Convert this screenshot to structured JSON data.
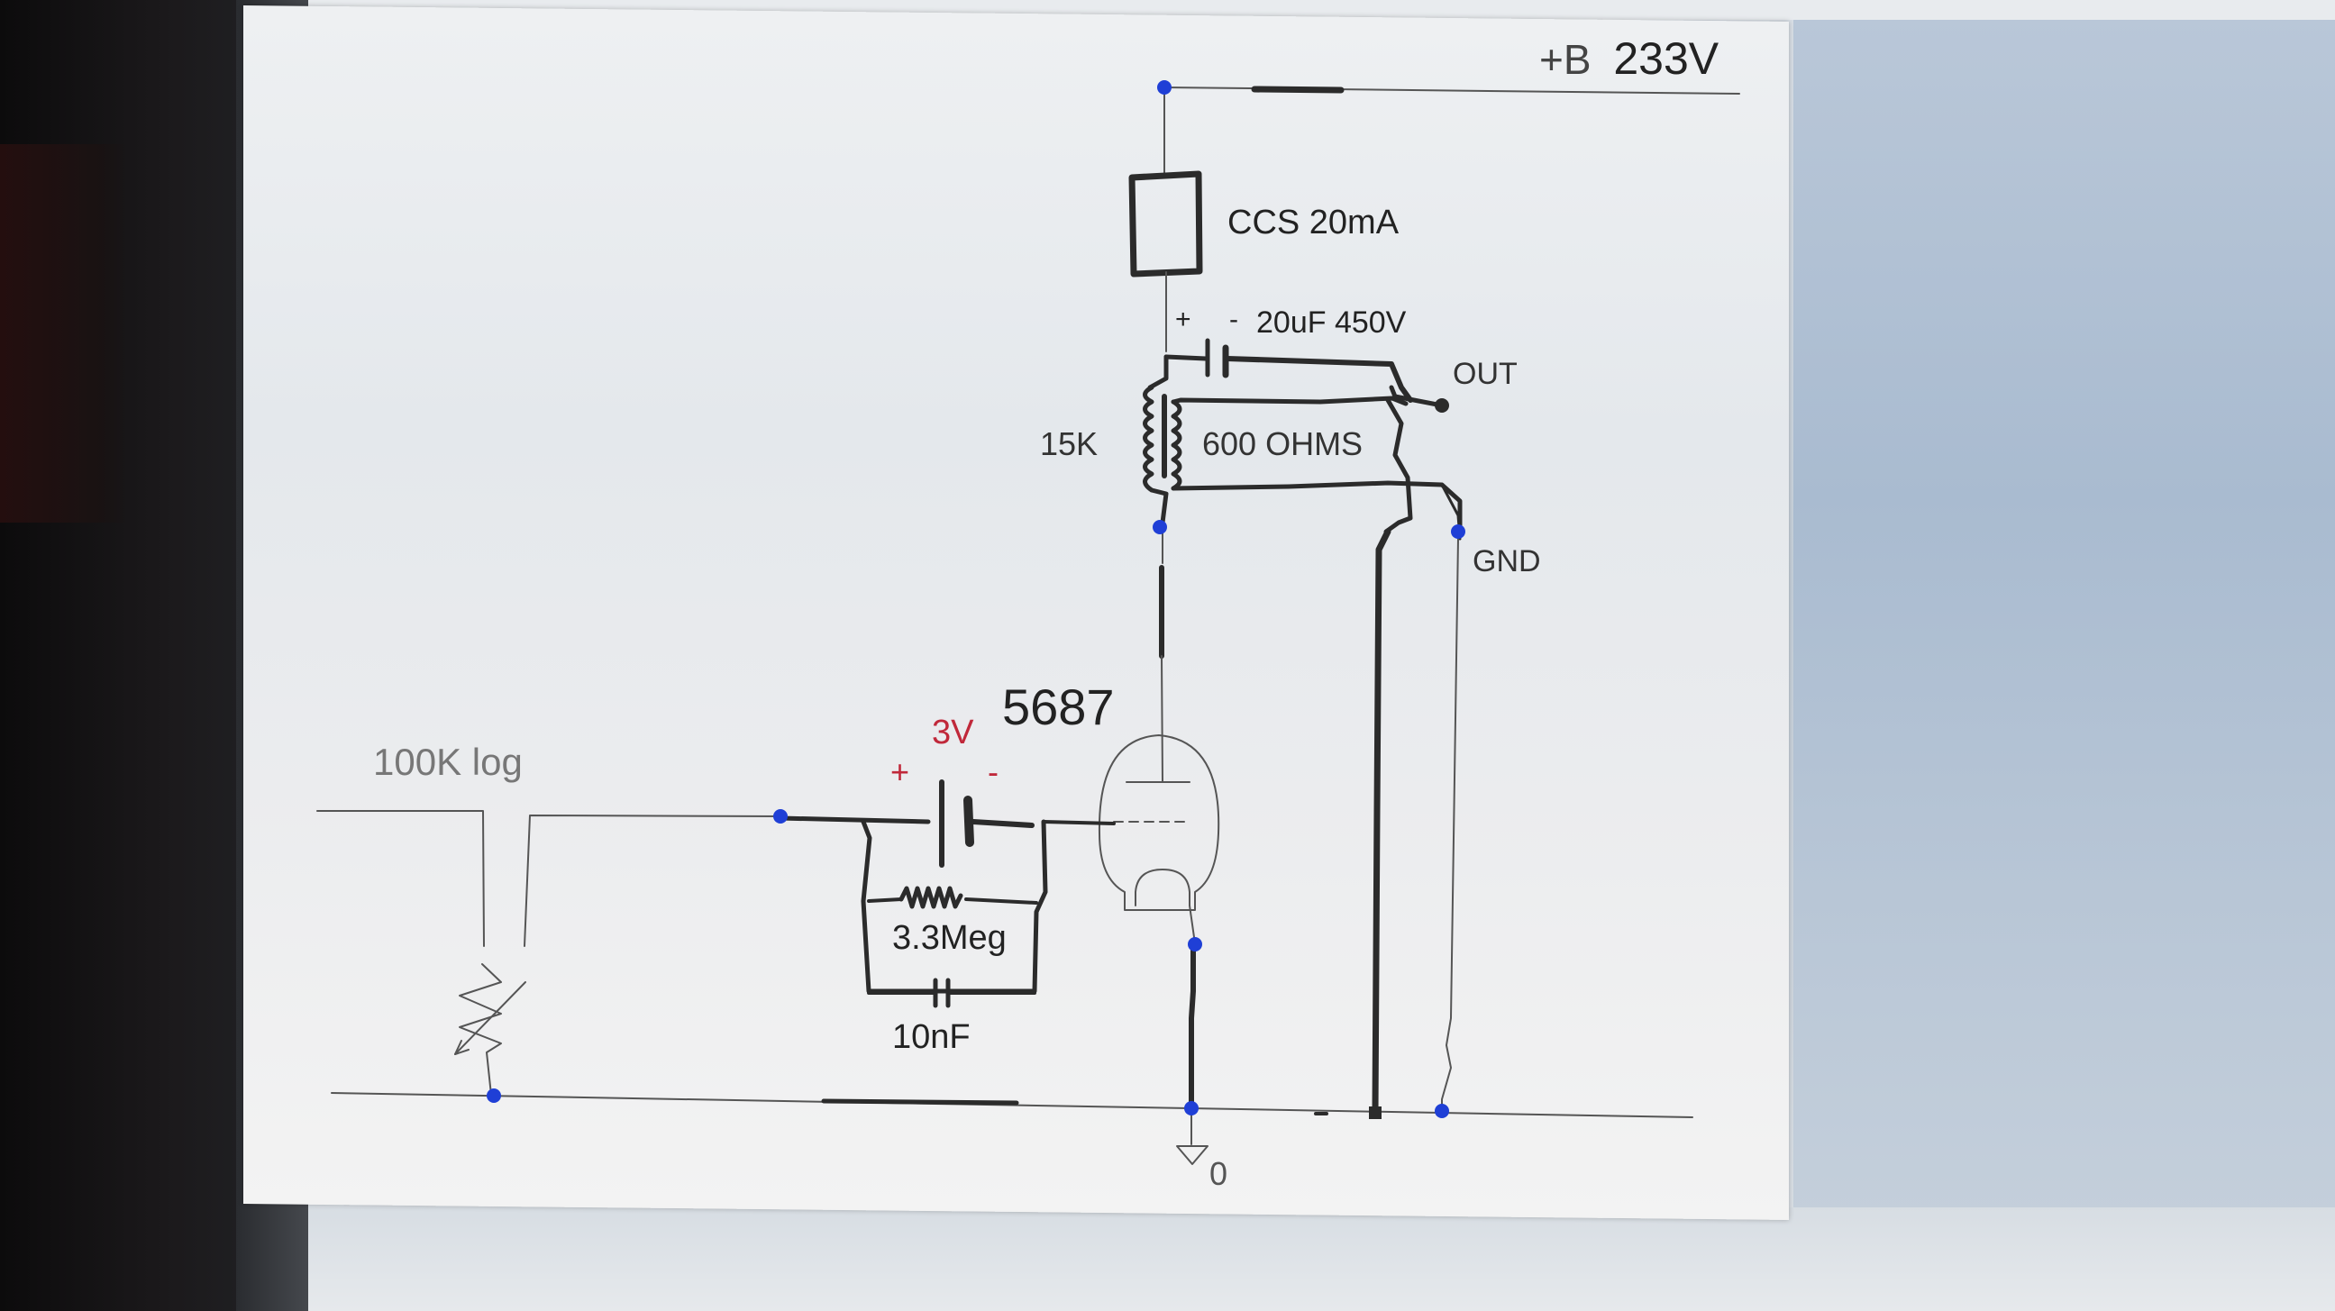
{
  "labels": {
    "supply": "+B",
    "supply_voltage": "233V",
    "ccs": "CCS 20mA",
    "cap_plus": "+",
    "cap_minus": "-",
    "cap_value": "20uF 450V",
    "out": "OUT",
    "primary": "15K",
    "secondary": "600 OHMS",
    "gnd": "GND",
    "tube": "5687",
    "bias_voltage": "3V",
    "bias_plus": "+",
    "bias_minus": "-",
    "pot": "100K log",
    "resistor": "3.3Meg",
    "capacitor": "10nF",
    "ground_node": "0"
  },
  "colors": {
    "wire": "#2b2b2b",
    "thin_wire": "#555555",
    "node": "#1f3fd6",
    "bias_text": "#c0283a",
    "text": "#2a2a2a"
  }
}
